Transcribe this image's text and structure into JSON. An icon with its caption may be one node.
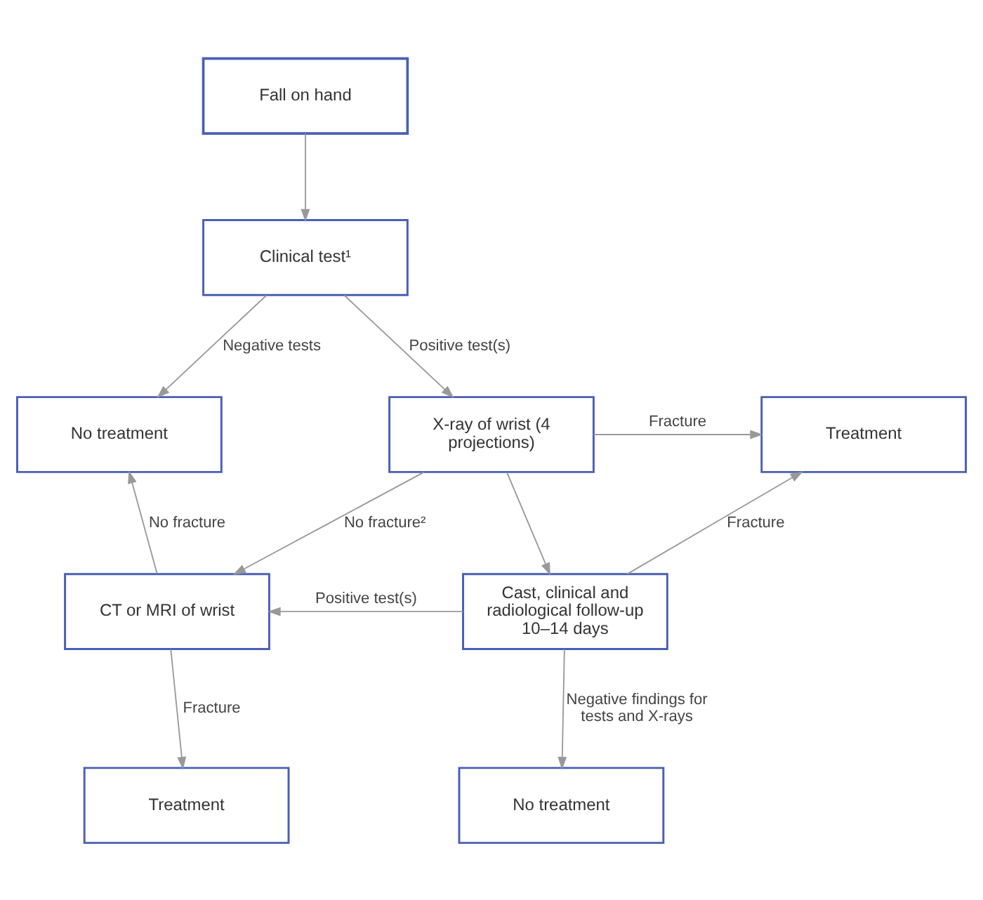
{
  "diagram": {
    "nodes": [
      {
        "text": [
          "Fall on hand"
        ]
      },
      {
        "text": [
          "Clinical test¹"
        ]
      },
      {
        "text": [
          "No treatment"
        ]
      },
      {
        "text": [
          "X-ray of wrist (4 projections)"
        ]
      },
      {
        "text": [
          "Treatment"
        ]
      },
      {
        "text": [
          "CT or MRI of wrist"
        ]
      },
      {
        "text": [
          "Cast, clinical and radiological follow-up 10–14 days"
        ]
      },
      {
        "text": [
          "Treatment"
        ]
      },
      {
        "text": [
          "No treatment"
        ]
      }
    ],
    "edges": [
      {
        "from": 0,
        "to": 1,
        "arrow": "to"
      },
      {
        "from": 1,
        "to": 2,
        "arrow": "to",
        "label": "Negative tests"
      },
      {
        "from": 1,
        "to": 3,
        "arrow": "to",
        "label": "Positive test(s)"
      },
      {
        "from": 3,
        "to": 4,
        "arrow": "to",
        "label": "Fracture"
      },
      {
        "from": 3,
        "to": 5,
        "arrow": "to",
        "label": "No fracture²"
      },
      {
        "from": 3,
        "to": 6,
        "arrow": "to"
      },
      {
        "from": 6,
        "to": 5,
        "arrow": "to",
        "label": "Positive test(s)"
      },
      {
        "from": 5,
        "to": 2,
        "arrow": "to",
        "label": "No fracture"
      },
      {
        "from": 6,
        "to": 4,
        "arrow": "to",
        "label": "Fracture"
      },
      {
        "from": 5,
        "to": 7,
        "arrow": "to",
        "label": "Fracture"
      },
      {
        "from": 6,
        "to": 8,
        "arrow": "to",
        "label": "Negative findings for tests and X-rays"
      }
    ]
  }
}
